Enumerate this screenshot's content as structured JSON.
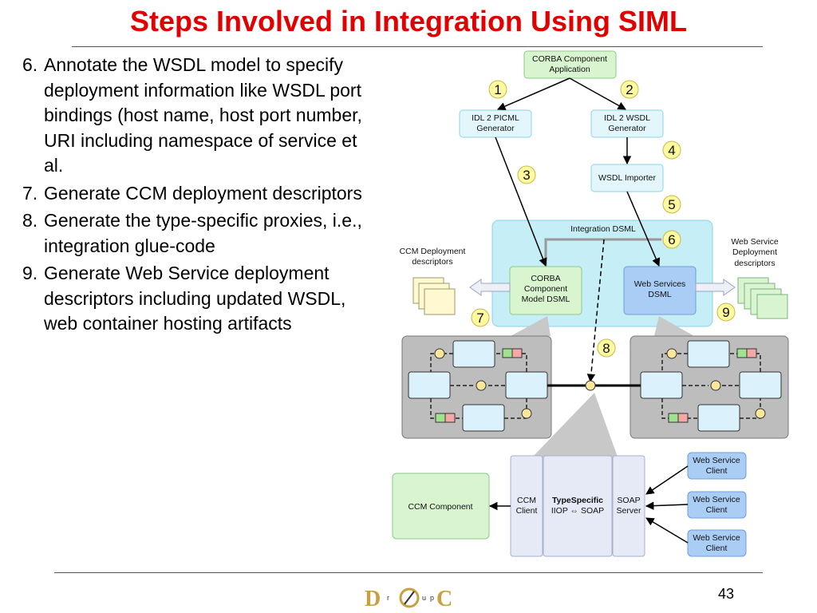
{
  "title": "Steps Involved in Integration Using SIML",
  "steps": [
    {
      "num": "6.",
      "text": "Annotate the WSDL model to specify deployment information like WSDL port bindings (host name, host port number, URI including namespace of service et al."
    },
    {
      "num": "7.",
      "text": "Generate CCM deployment descriptors"
    },
    {
      "num": "8.",
      "text": "Generate the type-specific proxies, i.e., integration glue-code"
    },
    {
      "num": "9.",
      "text": "Generate Web Service deployment descriptors including updated WSDL, web container hosting artifacts"
    }
  ],
  "diagram": {
    "corba_app": [
      "CORBA Component",
      "Application"
    ],
    "idl2picml": [
      "IDL 2 PICML",
      "Generator"
    ],
    "idl2wsdl": [
      "IDL 2 WSDL",
      "Generator"
    ],
    "wsdl_importer": "WSDL Importer",
    "integration_dsml": "Integration DSML",
    "corba_model": [
      "CORBA",
      "Component",
      "Model DSML"
    ],
    "ws_dsml": [
      "Web Services",
      "DSML"
    ],
    "ccm_descriptors_label": [
      "CCM Deployment",
      "descriptors"
    ],
    "ws_descriptors_label": [
      "Web Service",
      "Deployment",
      "descriptors"
    ],
    "step_numbers": [
      "1",
      "2",
      "3",
      "4",
      "5",
      "6",
      "7",
      "8",
      "9"
    ],
    "ccm_component": "CCM Component",
    "ccm_client": [
      "CCM",
      "Client"
    ],
    "typespecific": [
      "TypeSpecific",
      "IIOP ⇔ SOAP"
    ],
    "soap_server": [
      "SOAP",
      "Server"
    ],
    "ws_client": [
      "Web Service",
      "Client"
    ]
  },
  "page_number": "43",
  "logo": {
    "letters": [
      "D",
      "r",
      "u",
      "p",
      "C"
    ]
  },
  "colors": {
    "title": "#e00000",
    "green_box": "#d8f5d0",
    "cyan_box": "#e2f6fb",
    "blue_box": "#a9cdf5",
    "dsml_panel": "#c6eef7",
    "number_circle": "#fff9a0",
    "assembly_panel": "#bdbdbd",
    "proxy_box": "#e6eaf6"
  }
}
